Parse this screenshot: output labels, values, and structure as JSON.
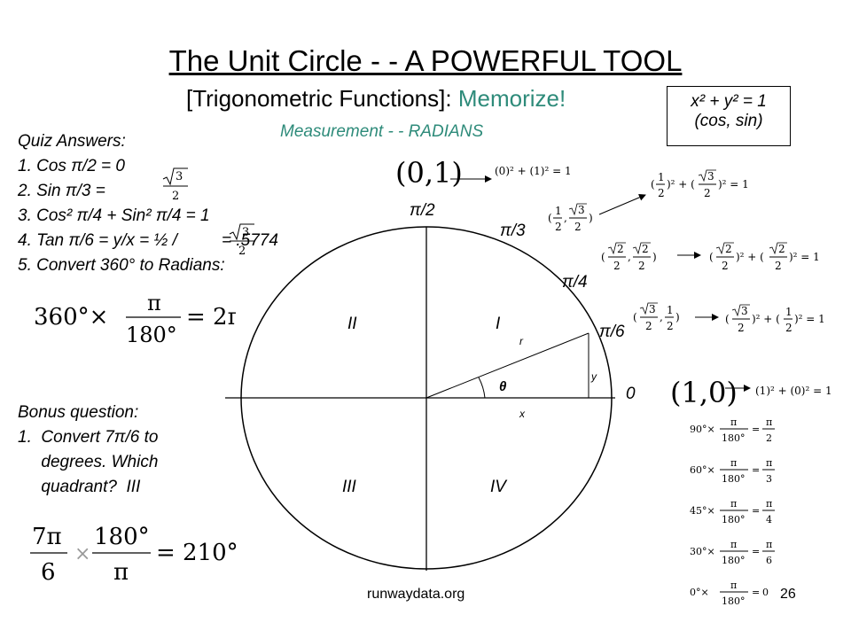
{
  "title": "The Unit Circle - - A POWERFUL TOOL",
  "subtitle": {
    "prefix": "[Trigonometric Functions]:",
    "accent": "Memorize!"
  },
  "measurement": "Measurement - - RADIANS",
  "identity_box": {
    "line1": "x² + y² = 1",
    "line2": "(cos, sin)"
  },
  "quiz": {
    "heading": "Quiz Answers:",
    "items": [
      "1.  Cos π/2 = 0",
      "2.  Sin π/3 =",
      "3.  Cos² π/4 + Sin² π/4 = 1",
      "4.  Tan π/6 = y/x = ½ /",
      "5.  Convert 360° to Radians:"
    ],
    "item4_suffix": "= .5774"
  },
  "bonus": {
    "heading": "Bonus question:",
    "lines": [
      "1.  Convert 7π/6 to",
      "     degrees. Which",
      "     quadrant?  III"
    ]
  },
  "circle": {
    "angles": [
      "π/2",
      "π/3",
      "π/4",
      "π/6",
      "0"
    ],
    "quadrants": [
      "I",
      "II",
      "III",
      "IV"
    ],
    "r_label": "r",
    "x_label": "x",
    "y_label": "y",
    "theta": "θ"
  },
  "points": {
    "top": "(0,1)",
    "right": "(1,0)",
    "top_eq": "(0)² + (1)² = 1",
    "right_eq": "(1)² + (0)² = 1"
  },
  "conversions": [
    {
      "deg": "90°",
      "res_num": "π",
      "res_den": "2"
    },
    {
      "deg": "60°",
      "res_num": "π",
      "res_den": "3"
    },
    {
      "deg": "45°",
      "res_num": "π",
      "res_den": "4"
    },
    {
      "deg": "30°",
      "res_num": "π",
      "res_den": "6"
    },
    {
      "deg": "0°",
      "res_num": "0",
      "res_den": ""
    }
  ],
  "footer": "runwaydata.org",
  "page_number": "26"
}
